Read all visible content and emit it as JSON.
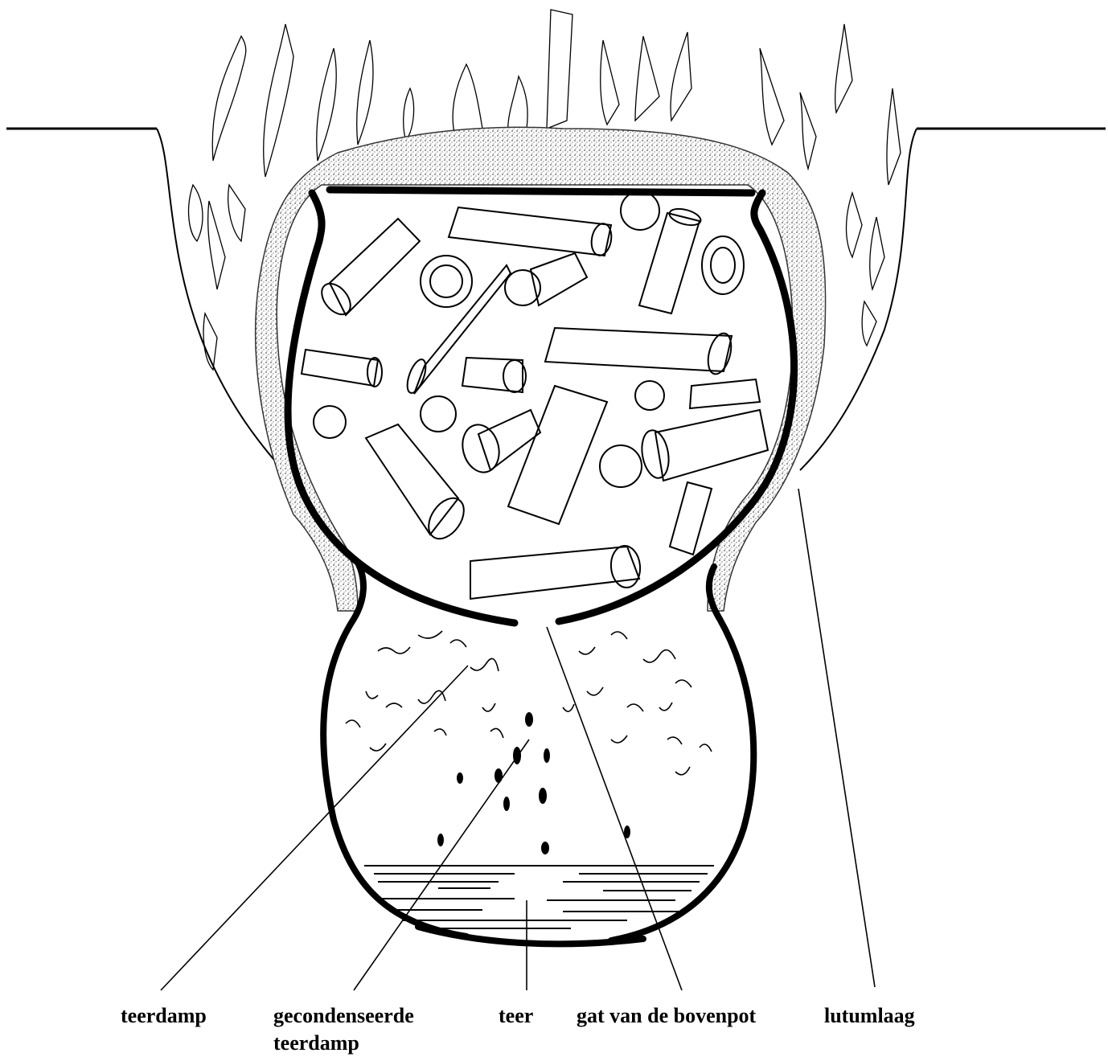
{
  "labels": {
    "teerdamp": "teerdamp",
    "gecondenseerde_line1": "gecondenseerde",
    "gecondenseerde_line2": "teerdamp",
    "teer": "teer",
    "gat": "gat van de bovenpot",
    "lutumlaag": "lutumlaag"
  },
  "colors": {
    "ink": "#000000",
    "paper": "#ffffff",
    "clay": "#b5b5b5"
  }
}
